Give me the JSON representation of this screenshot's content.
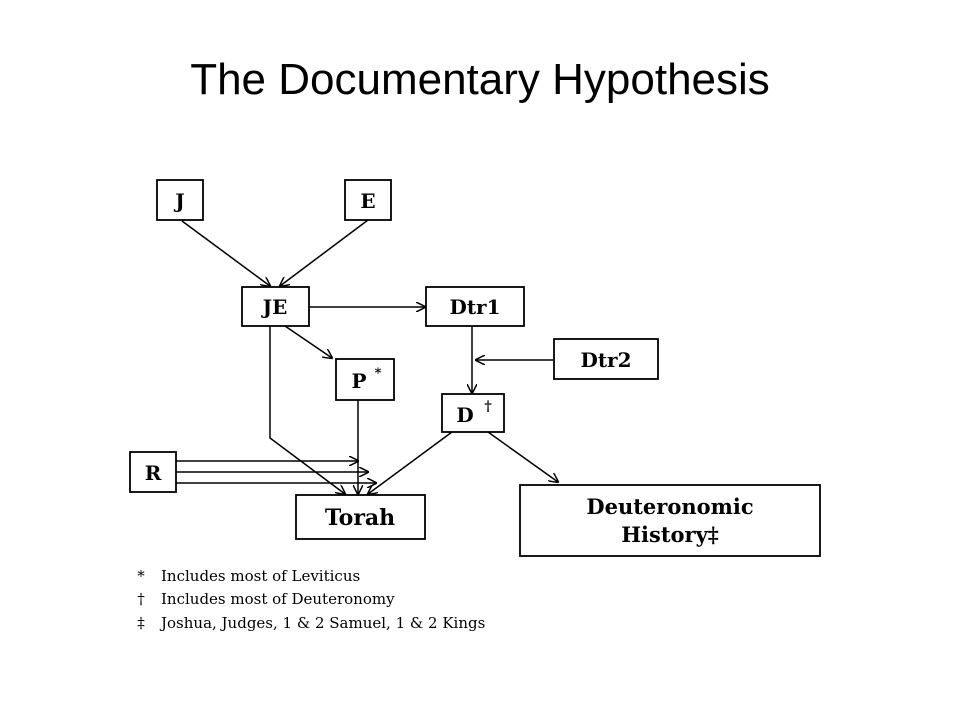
{
  "title": "The Documentary Hypothesis",
  "nodes": {
    "J": "J",
    "E": "E",
    "JE": "JE",
    "Dtr1": "Dtr1",
    "Dtr2": "Dtr2",
    "P": "P",
    "P_mark": "*",
    "D": "D",
    "D_mark": "†",
    "R": "R",
    "Torah": "Torah",
    "DH_line1": "Deuteronomic",
    "DH_line2": "History‡"
  },
  "legend": [
    {
      "mark": "*",
      "text": "Includes most of Leviticus"
    },
    {
      "mark": "†",
      "text": "Includes most of Deuteronomy"
    },
    {
      "mark": "‡",
      "text": "Joshua, Judges, 1 & 2 Samuel, 1 & 2 Kings"
    }
  ],
  "edges": [
    {
      "from": "J",
      "to": "JE"
    },
    {
      "from": "E",
      "to": "JE"
    },
    {
      "from": "JE",
      "to": "Dtr1"
    },
    {
      "from": "JE",
      "to": "P"
    },
    {
      "from": "JE",
      "to": "Torah"
    },
    {
      "from": "Dtr1",
      "to": "D"
    },
    {
      "from": "Dtr2",
      "to": "D"
    },
    {
      "from": "P",
      "to": "Torah"
    },
    {
      "from": "D",
      "to": "Torah"
    },
    {
      "from": "D",
      "to": "Deuteronomic History"
    },
    {
      "from": "R",
      "to": "Torah"
    }
  ],
  "colors": {
    "ink": "#000000",
    "background": "#ffffff"
  }
}
